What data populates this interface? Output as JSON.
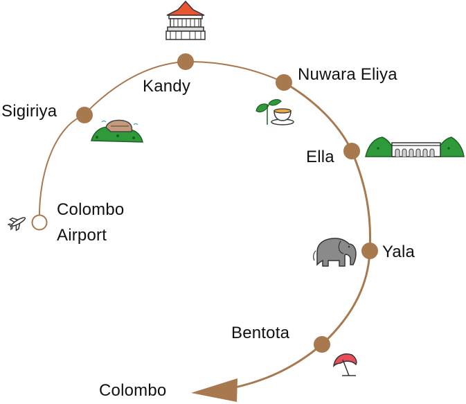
{
  "route_color": "#a8784e",
  "stops": [
    {
      "id": "colombo-airport",
      "label_line1": "Colombo",
      "label_line2": "Airport",
      "icon": "airplane-icon",
      "marker": "open"
    },
    {
      "id": "sigiriya",
      "label": "Sigiriya",
      "icon": "rock-fortress-icon",
      "marker": "filled"
    },
    {
      "id": "kandy",
      "label": "Kandy",
      "icon": "temple-pavilion-icon",
      "marker": "filled"
    },
    {
      "id": "nuwara-eliya",
      "label": "Nuwara Eliya",
      "icon": "tea-cup-icon",
      "marker": "filled"
    },
    {
      "id": "ella",
      "label": "Ella",
      "icon": "arched-bridge-icon",
      "marker": "filled"
    },
    {
      "id": "yala",
      "label": "Yala",
      "icon": "elephant-icon",
      "marker": "filled"
    },
    {
      "id": "bentota",
      "label": "Bentota",
      "icon": "beach-umbrella-icon",
      "marker": "filled"
    },
    {
      "id": "colombo",
      "label": "Colombo",
      "icon": "arrow-head-icon",
      "marker": "arrow"
    }
  ]
}
